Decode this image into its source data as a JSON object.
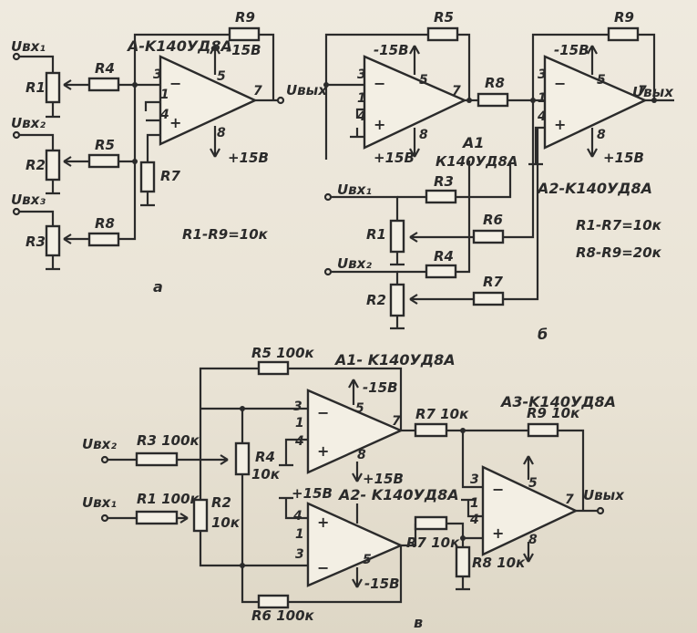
{
  "circuit_a": {
    "sublabel": "а",
    "opamp": "A-K140УД8A",
    "note": "R1-R9=10к",
    "inputs": [
      "Uвх₁",
      "Uвх₂",
      "Uвх₃"
    ],
    "output": "Uвых",
    "resistors": [
      "R1",
      "R2",
      "R3",
      "R4",
      "R5",
      "R7",
      "R8",
      "R9"
    ],
    "pins": [
      "3",
      "1",
      "4",
      "5",
      "7",
      "8"
    ],
    "supply_neg": "-15В",
    "supply_pos": "+15В"
  },
  "circuit_b": {
    "sublabel": "б",
    "opamp1": "A1",
    "opamp1_type": "К140УД8А",
    "opamp2": "A2-K140УД8A",
    "note1": "R1-R7=10к",
    "note2": "R8-R9=20к",
    "inputs": [
      "Uвх₁",
      "Uвх₂"
    ],
    "output": "Uвых",
    "resistors": [
      "R1",
      "R2",
      "R3",
      "R4",
      "R5",
      "R6",
      "R7",
      "R8",
      "R9"
    ],
    "supply_neg": "-15В",
    "supply_pos": "+15В"
  },
  "circuit_c": {
    "sublabel": "в",
    "opamp1": "A1- K140УД8A",
    "opamp2": "A2- K140УД8A",
    "opamp3": "A3-K140УД8A",
    "inputs": [
      "Uвх₂",
      "Uвх₁"
    ],
    "output": "Uвых",
    "r5": "R5 100к",
    "r3": "R3 100к",
    "r1": "R1 100к",
    "r4": "R4",
    "r4v": "10к",
    "r2": "R2",
    "r2v": "10к",
    "r6": "R6 100к",
    "r7": "R7 10к",
    "r7b": "R7 10к",
    "r9": "R9 10к",
    "r8": "R8 10к",
    "supply_neg": "-15В",
    "supply_pos": "+15В"
  }
}
